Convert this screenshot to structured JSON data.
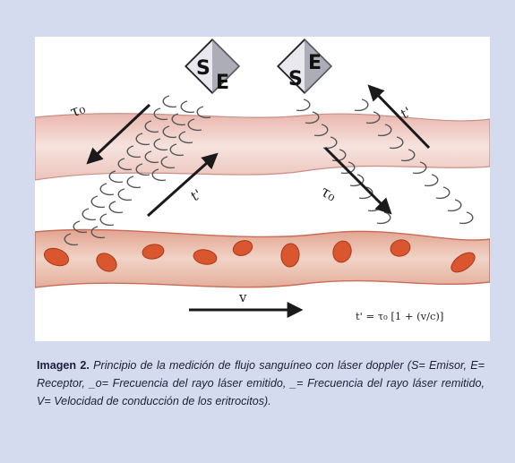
{
  "figure": {
    "emitter_letter": "S",
    "receiver_letter": "E",
    "label_incident_left": "τ₀",
    "label_reflected_left": "t'",
    "label_incident_right": "τ₀",
    "label_reflected_right": "t'",
    "label_velocity": "v",
    "formula": "t' = τ₀ [1 + (v/c)]"
  },
  "caption": {
    "lead": "Imagen 2.",
    "text": "Principio de la medición de flujo sanguíneo con láser doppler (S= Emisor, E= Receptor, _o= Frecuencia del rayo láser emitido, _= Frecuencia del rayo láser remitido, V= Velocidad de conducción de los eritrocitos)."
  }
}
